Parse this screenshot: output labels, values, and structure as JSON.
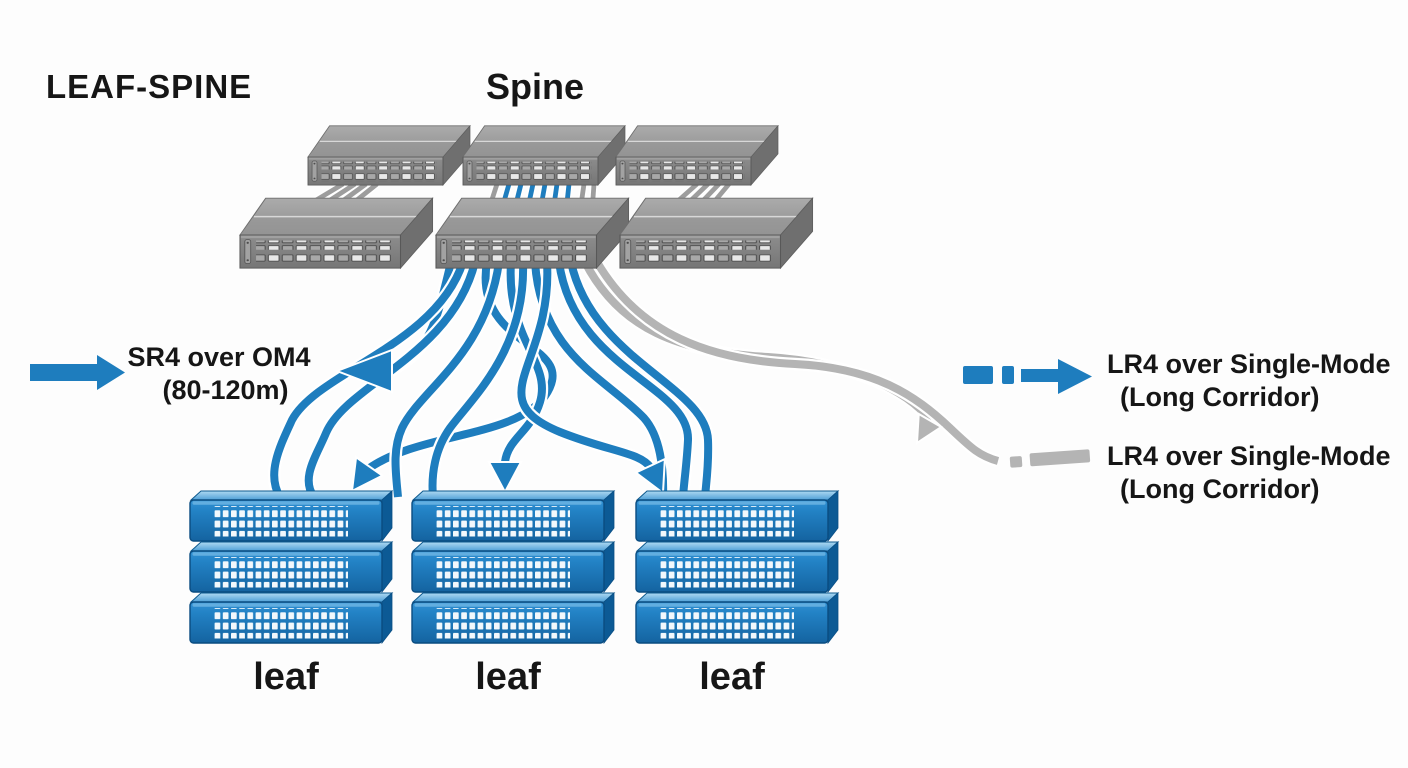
{
  "diagram_title": "LEAF-SPINE",
  "spine_group": {
    "label": "Spine",
    "switch_count": 6,
    "rows": 2
  },
  "leaf_group": {
    "stacks": [
      {
        "label": "leaf",
        "units": 3
      },
      {
        "label": "leaf",
        "units": 3
      },
      {
        "label": "leaf",
        "units": 3
      }
    ]
  },
  "legend": {
    "sr4": {
      "line1": "SR4 over OM4",
      "line2": "(80-120m)",
      "style": "solid-arrow",
      "color": "#1e7dbe"
    },
    "lr4_blue": {
      "line1": "LR4 over Single-Mode",
      "line2": "(Long Corridor)",
      "style": "dashed-arrow",
      "color": "#1e7dbe"
    },
    "lr4_gray": {
      "line1": "LR4 over Single-Mode",
      "line2": "(Long Corridor)",
      "style": "dashed-cable",
      "color": "#b4b4b4"
    }
  },
  "colors": {
    "cable_blue": "#1e7dbe",
    "cable_gray": "#b4b4b4",
    "leaf_blue": "#1f7fc2",
    "spine_gray": "#8b8b8b",
    "text": "#161616",
    "background": "#fdfdfd"
  }
}
